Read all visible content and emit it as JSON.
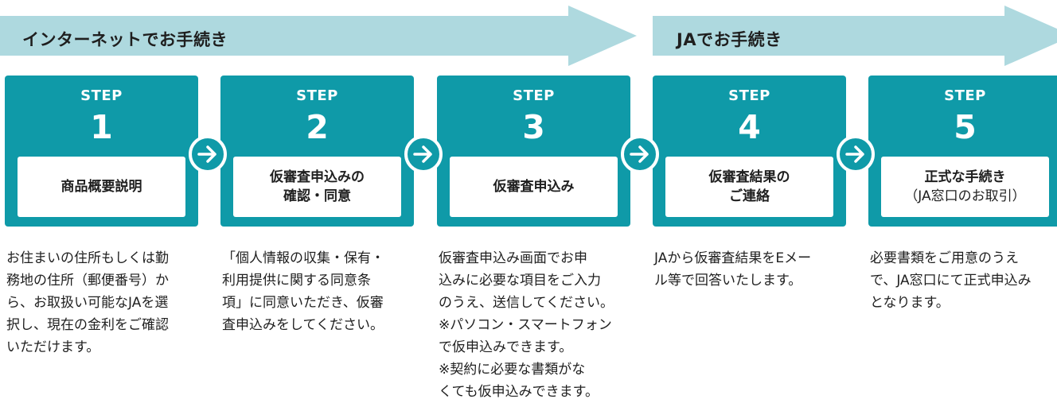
{
  "banners": {
    "internet_label": "インターネットでお手続き",
    "ja_label": "JAでお手続き"
  },
  "steps": [
    {
      "step_label": "STEP",
      "number": "1",
      "title_lines": [
        "商品概要説明"
      ],
      "subtitle": "",
      "description": "お住まいの住所もしくは勤\n務地の住所（郵便番号）か\nら、お取扱い可能なJAを選\n択し、現在の金利をご確認\nいただけます。"
    },
    {
      "step_label": "STEP",
      "number": "2",
      "title_lines": [
        "仮審査申込みの",
        "確認・同意"
      ],
      "subtitle": "",
      "description": "「個人情報の収集・保有・\n利用提供に関する同意条\n項」に同意いただき、仮審\n査申込みをしてください。"
    },
    {
      "step_label": "STEP",
      "number": "3",
      "title_lines": [
        "仮審査申込み"
      ],
      "subtitle": "",
      "description": "仮審査申込み画面でお申\n込みに必要な項目をご入力\nのうえ、送信してください。\n※パソコン・スマートフォン\nで仮申込みできます。\n※契約に必要な書類がな\nくても仮申込みできます。"
    },
    {
      "step_label": "STEP",
      "number": "4",
      "title_lines": [
        "仮審査結果の",
        "ご連絡"
      ],
      "subtitle": "",
      "description": "JAから仮審査結果をEメー\nル等で回答いたします。"
    },
    {
      "step_label": "STEP",
      "number": "5",
      "title_lines": [
        "正式な手続き"
      ],
      "subtitle": "（JA窓口のお取引）",
      "description": "必要書類をご用意のうえ\nで、JA窓口にて正式申込み\nとなります。"
    }
  ],
  "colors": {
    "card": "#0f9aa8",
    "banner": "#aed9df"
  },
  "icons": {
    "connector": "arrow-right-icon"
  }
}
